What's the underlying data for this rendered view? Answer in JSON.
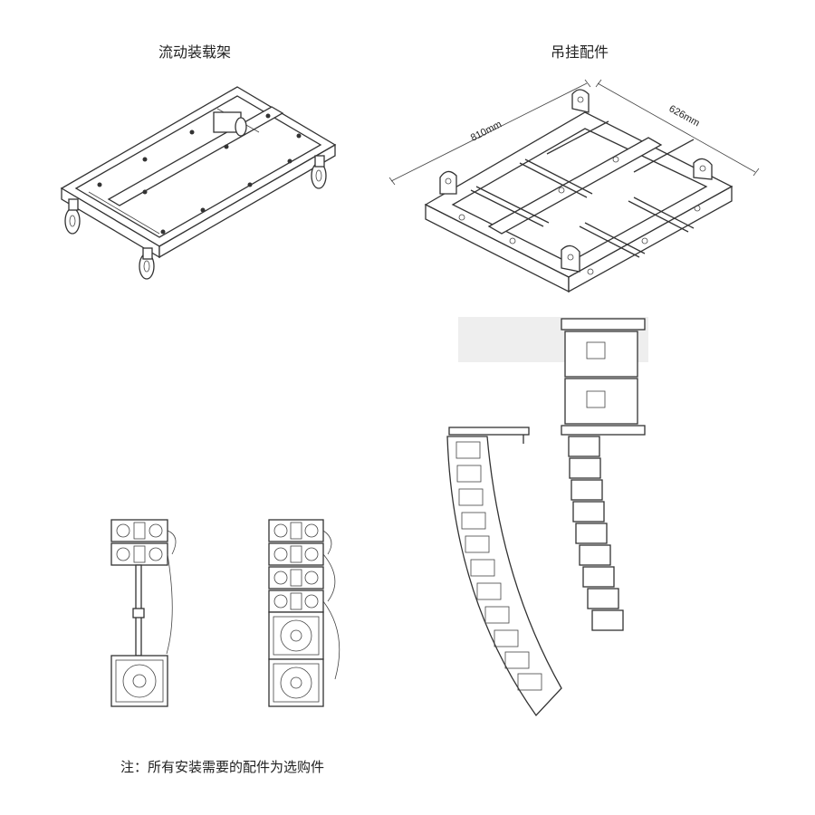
{
  "titles": {
    "left": "流动装载架",
    "right": "吊挂配件"
  },
  "dimensions": {
    "length": "810mm",
    "width": "626mm"
  },
  "note": "注：所有安装需要的配件为选购件"
}
